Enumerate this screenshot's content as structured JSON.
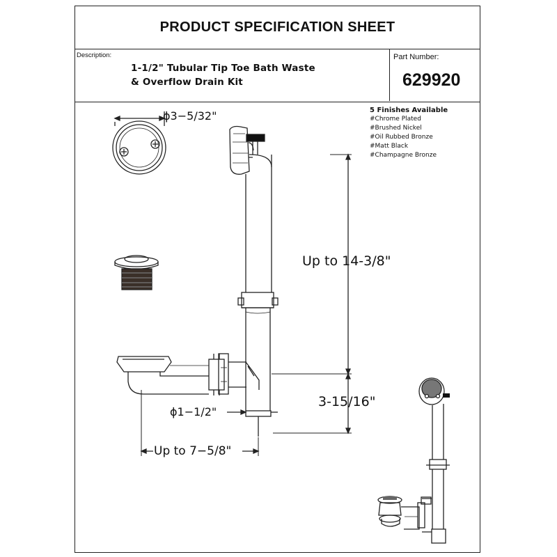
{
  "header": {
    "title": "PRODUCT SPECIFICATION SHEET"
  },
  "description": {
    "label": "Description:",
    "line1": "1-1/2\" Tubular Tip Toe Bath Waste",
    "line2": "& Overflow Drain Kit"
  },
  "part": {
    "label": "Part  Number:",
    "number": "629920"
  },
  "finishes": {
    "title": "5 Finishes Available",
    "items": [
      "#Chrome Plated",
      "#Brushed Nickel",
      "#Oil Rubbed Bronze",
      "#Matt Black",
      "#Champagne Bronze"
    ]
  },
  "dimensions": {
    "faceplate_diameter": "ϕ3−5/32\"",
    "overflow_height": "Up to 14-3/8\"",
    "drain_height": "3-15/16\"",
    "pipe_diameter": "ϕ1−1/2\"",
    "horizontal_length": "Up to 7−5/8\""
  }
}
